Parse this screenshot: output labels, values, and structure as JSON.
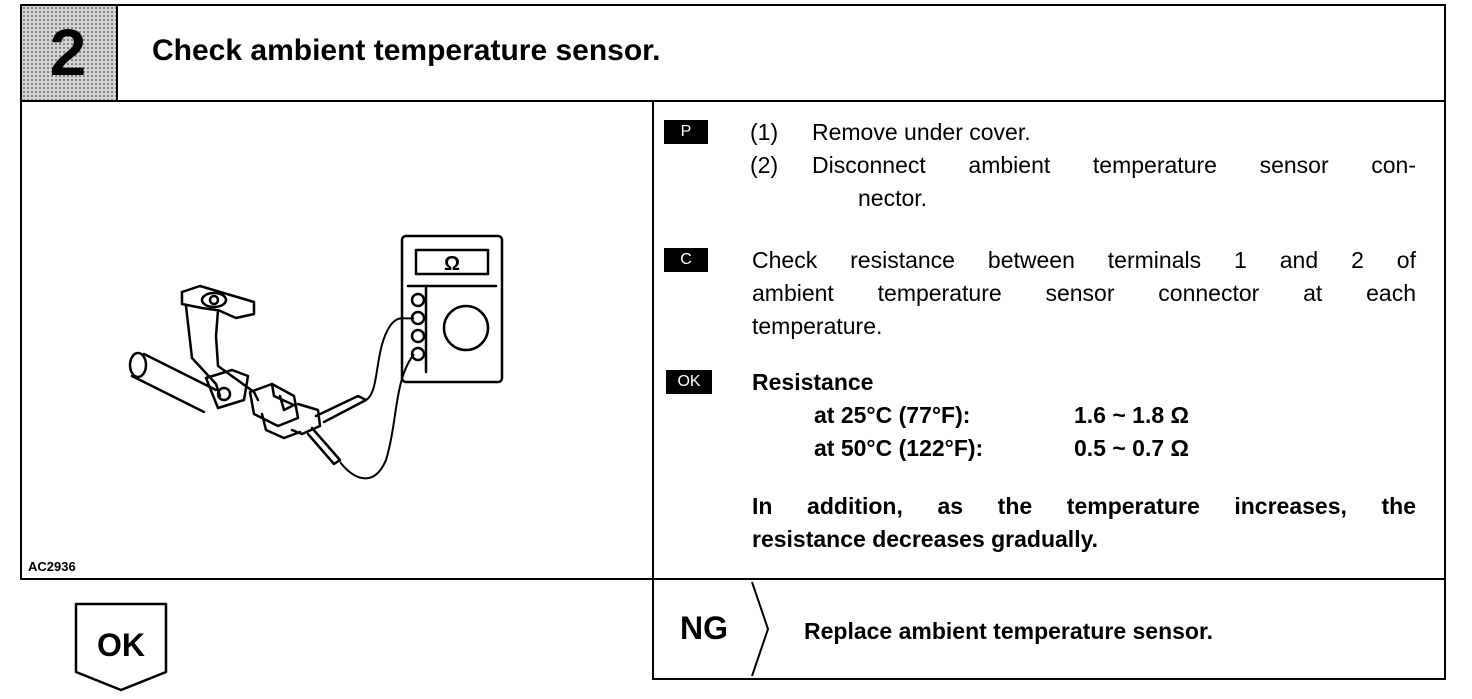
{
  "header": {
    "step_number": "2",
    "title": "Check ambient temperature sensor."
  },
  "figure": {
    "label": "AC2936",
    "meter_symbol": "Ω"
  },
  "procedure": {
    "prep_tag": "P",
    "prep_steps": [
      {
        "num": "(1)",
        "text": "Remove under cover."
      },
      {
        "num": "(2)",
        "text_line1": "Disconnect ambient temperature sensor con-",
        "text_line2": "nector."
      }
    ],
    "check_tag": "C",
    "check_lines": [
      "Check resistance between terminals 1 and 2 of",
      "ambient temperature sensor connector at each",
      "temperature."
    ],
    "ok_tag": "OK",
    "spec_title": "Resistance",
    "specs": [
      {
        "condition": "at 25°C (77°F):",
        "value": "1.6 ~ 1.8 Ω"
      },
      {
        "condition": "at 50°C (122°F):",
        "value": "0.5 ~ 0.7 Ω"
      }
    ],
    "note_lines": [
      "In addition, as the temperature increases, the",
      "resistance decreases gradually."
    ]
  },
  "result": {
    "ok_label": "OK",
    "ng_label": "NG",
    "ng_action": "Replace ambient temperature sensor."
  }
}
